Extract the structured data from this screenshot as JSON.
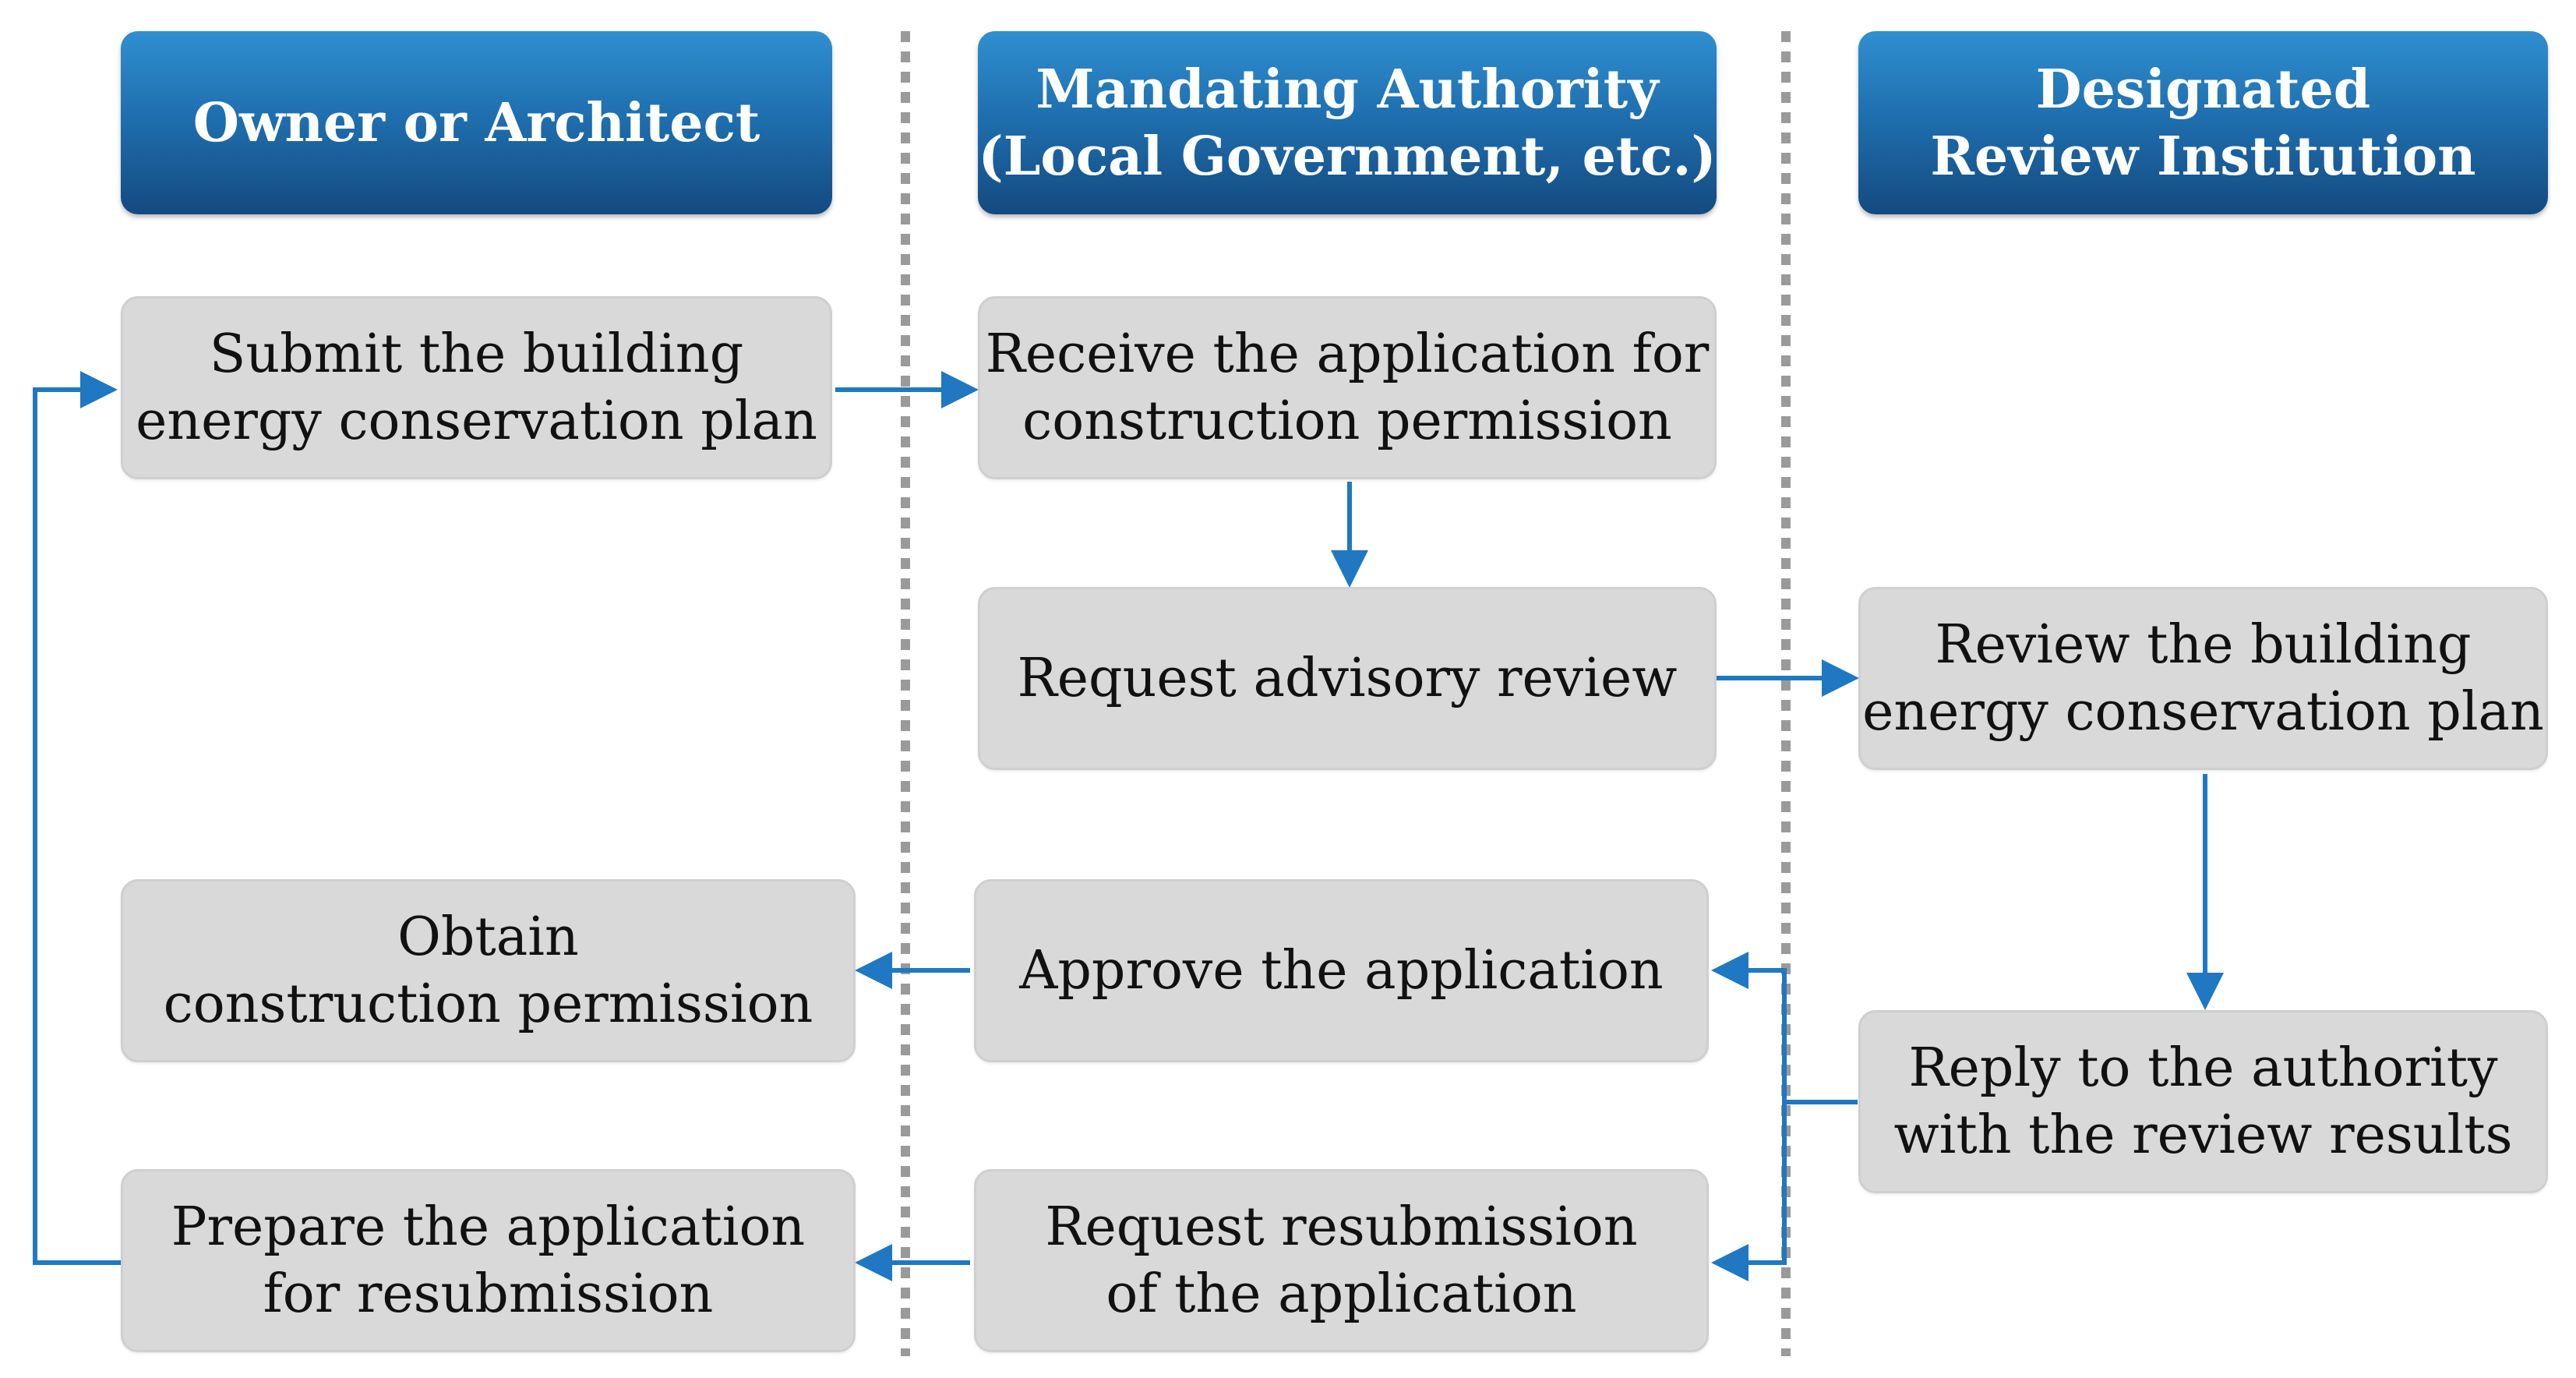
{
  "columns": {
    "owner": {
      "title": "Owner or  Architect"
    },
    "authority": {
      "title": "Mandating Authority\n(Local Government, etc.)"
    },
    "institution": {
      "title": "Designated\nReview Institution"
    }
  },
  "steps": {
    "submit_plan": "Submit the building\nenergy conservation plan",
    "receive_application": "Receive the application for\nconstruction permission",
    "request_review": "Request advisory review",
    "review_plan": "Review the building\nenergy conservation plan",
    "approve_application": "Approve the application",
    "obtain_permission": "Obtain\nconstruction permission",
    "reply_results": "Reply to the authority\nwith the review results",
    "request_resubmission": "Request resubmission\nof the application",
    "prepare_resubmission": "Prepare the application\nfor resubmission"
  },
  "colors": {
    "header_top": "#2f8fd0",
    "header_bottom": "#144a80",
    "box_fill": "#d9d9d9",
    "arrow": "#1f78c1",
    "divider": "#9a9a9a"
  }
}
